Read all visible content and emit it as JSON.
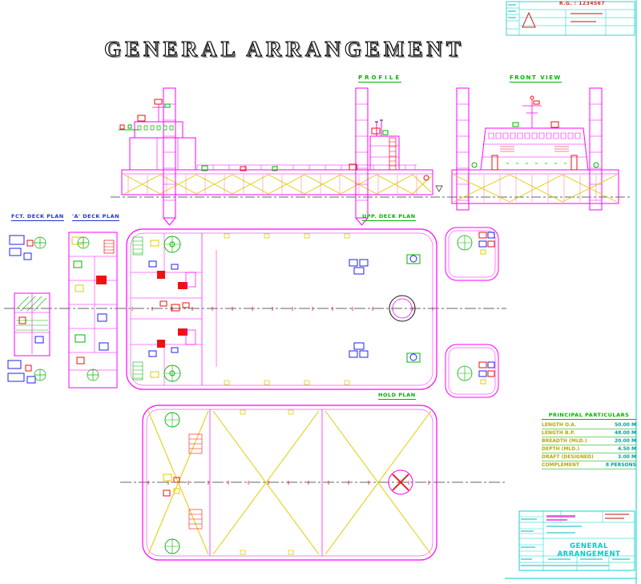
{
  "sheet": {
    "title": "GENERAL ARRANGEMENT"
  },
  "view_labels": {
    "profile": "PROFILE",
    "front_view": "FRONT VIEW",
    "fct_deck_plan": "FCT. DECK PLAN",
    "a_deck_plan": "'A' DECK PLAN",
    "upp_deck_plan": "UPP. DECK PLAN",
    "hold_plan": "HOLD PLAN"
  },
  "particulars": {
    "title": "PRINCIPAL PARTICULARS",
    "rows": [
      {
        "label": "LENGTH O.A.",
        "value": "50.00 M"
      },
      {
        "label": "LENGTH B.P.",
        "value": "48.00 M"
      },
      {
        "label": "BREADTH (MLD.)",
        "value": "20.00 M"
      },
      {
        "label": "DEPTH (MLD.)",
        "value": "4.50 M"
      },
      {
        "label": "DRAFT (DESIGNED)",
        "value": "3.00 M"
      },
      {
        "label": "COMPLEMENT",
        "value": "8 PERSONS"
      }
    ]
  },
  "revision_block": {
    "drawing_ref": "R.G. : 1234567"
  },
  "title_block": {
    "drawing_title": "GENERAL ARRANGEMENT"
  },
  "colors": {
    "hull_magenta": "#FF00FF",
    "detail_red": "#EE1111",
    "bracing_yellow": "#E0CC00",
    "annotation_green": "#00B400",
    "equipment_blue": "#2222EE",
    "frame_cyan": "#00CCCC"
  }
}
